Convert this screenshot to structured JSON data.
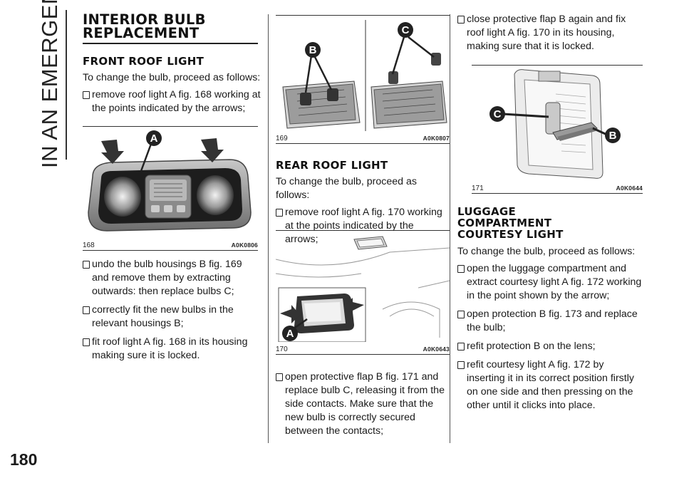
{
  "side_title": "IN AN EMERGENCY",
  "page_number": "180",
  "col1": {
    "heading": "INTERIOR BULB REPLACEMENT",
    "sub1": "FRONT ROOF LIGHT",
    "intro1": "To change the bulb, proceed as follows:",
    "item1": "remove roof light A fig. 168 working at the points indicated by the arrows;",
    "fig168": {
      "num": "168",
      "code": "A0K0806",
      "label_a": "A"
    },
    "item2": "undo the bulb housings B fig. 169 and remove them by extracting outwards: then replace bulbs C;",
    "item3": "correctly fit the new bulbs in the relevant housings B;",
    "item4": "fit roof light A fig. 168 in its housing making sure it is locked."
  },
  "col2": {
    "fig169": {
      "num": "169",
      "code": "A0K0807",
      "label_b": "B",
      "label_c": "C"
    },
    "sub2": "REAR ROOF LIGHT",
    "intro2": "To change the bulb, proceed as follows:",
    "item1": "remove roof light A fig. 170 working at the points indicated by the arrows;",
    "fig170": {
      "num": "170",
      "code": "A0K0643",
      "label_a": "A"
    },
    "item2": "open protective flap B fig. 171 and replace bulb C, releasing it from the side contacts. Make sure that the new bulb is correctly secured between the contacts;"
  },
  "col3": {
    "item1": "close protective flap B again and fix roof light A fig. 170 in its housing, making sure that it is locked.",
    "fig171": {
      "num": "171",
      "code": "A0K0644",
      "label_b": "B",
      "label_c": "C"
    },
    "sub3": "LUGGAGE COMPARTMENT COURTESY LIGHT",
    "intro3": "To change the bulb, proceed as follows:",
    "item2": "open the luggage compartment and extract courtesy light A fig. 172 working in the point shown by the arrow;",
    "item3": "open protection B fig. 173 and replace the bulb;",
    "item4": "refit protection B on the lens;",
    "item5": "refit courtesy light A fig. 172 by inserting it in its correct position firstly on one side and then pressing on the other until it clicks into place."
  }
}
